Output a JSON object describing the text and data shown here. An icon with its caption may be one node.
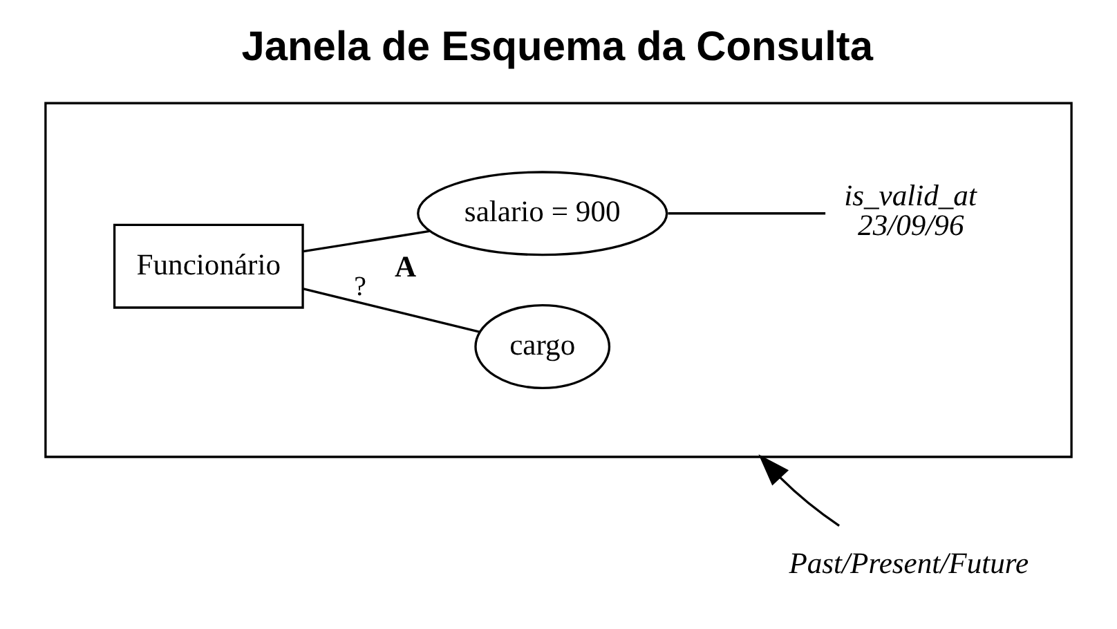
{
  "diagram": {
    "title": "Janela de Esquema da Consulta",
    "nodes": [
      {
        "text": [],
        "shape": "box"
      },
      {
        "text": [
          "salario = 900"
        ],
        "in": 0,
        "beside": [
          "A"
        ]
      },
      {
        "text": [
          "is_valid_at 23/09/96"
        ],
        "in": 0
      },
      {
        "text": [
          "Funcionário"
        ],
        "in": 0
      },
      {
        "text": [
          "cargo"
        ],
        "in": 0
      },
      {
        "text": [
          "Past/Present/Future"
        ]
      }
    ],
    "edges": [
      {
        "from": 3,
        "to": 1,
        "arrow": "none"
      },
      {
        "from": 1,
        "to": 2,
        "arrow": "none"
      },
      {
        "from": 3,
        "to": 4,
        "arrow": "none",
        "label": "?"
      },
      {
        "from": 5,
        "to": 0,
        "arrow": "to"
      }
    ]
  }
}
